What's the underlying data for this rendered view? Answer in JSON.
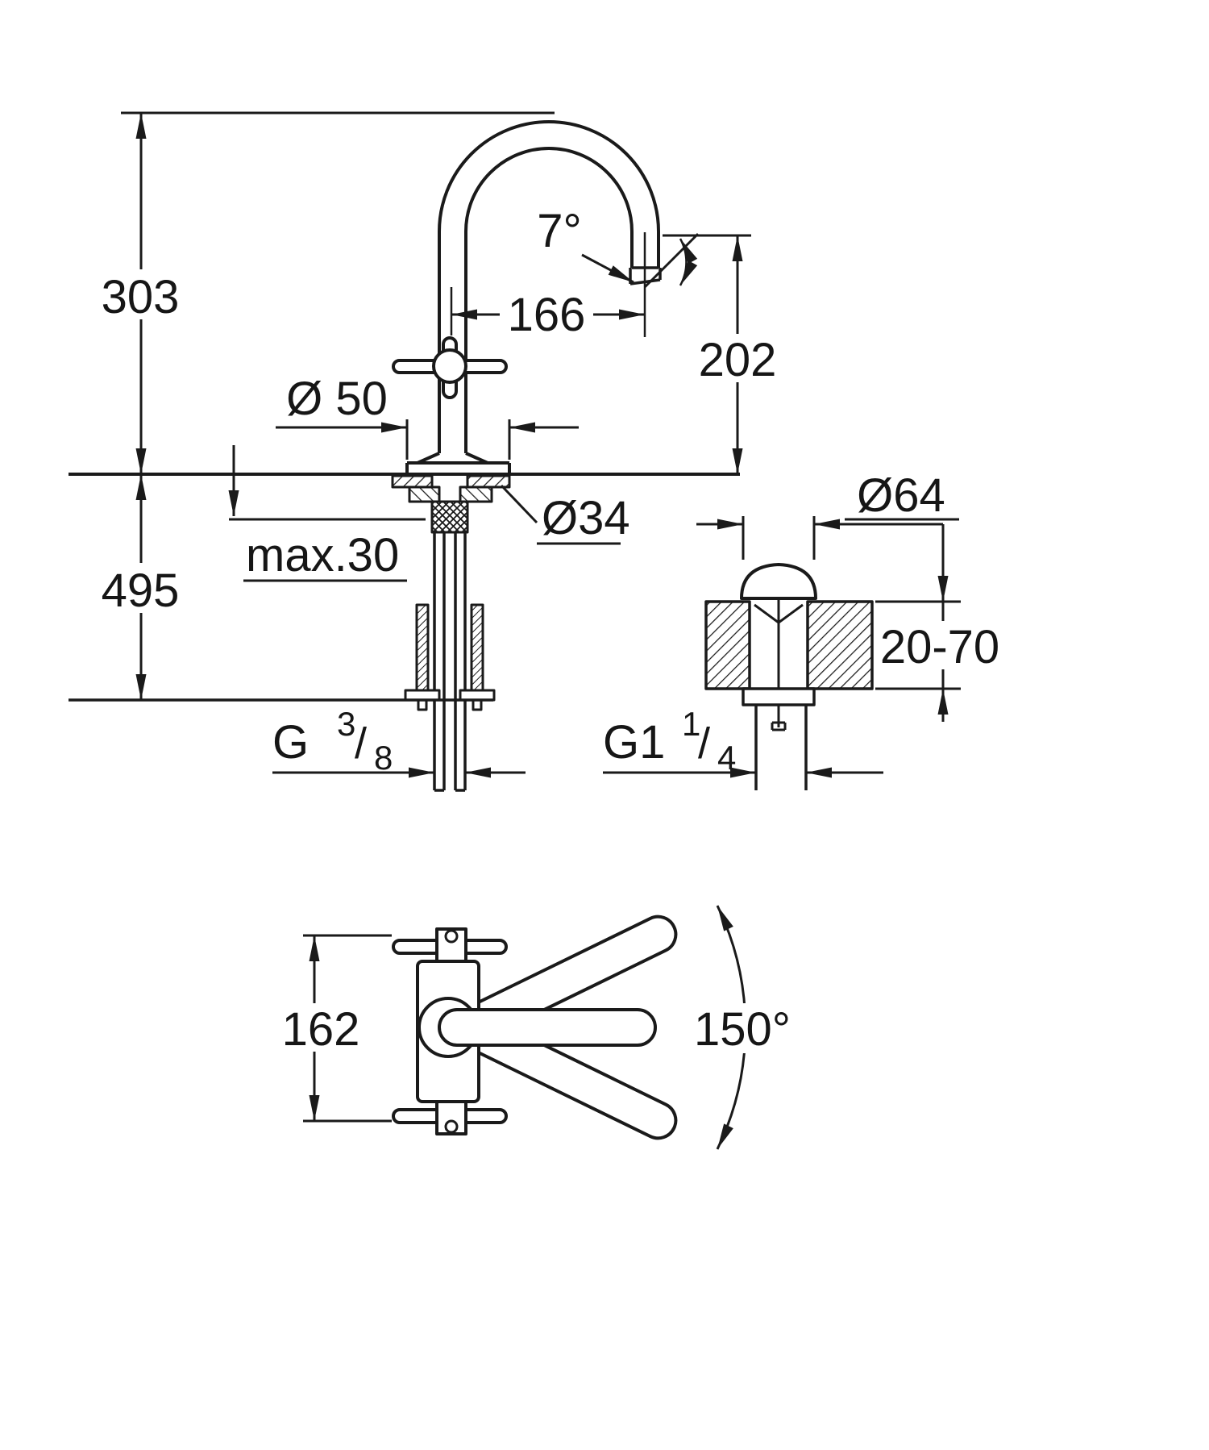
{
  "drawing": {
    "background": "#ffffff",
    "line_color": "#1a1a1a",
    "labels": {
      "total_height": "303",
      "overall_height": "495",
      "spout_reach": "166",
      "spout_height": "202",
      "spout_angle": "7°",
      "base_diameter": "Ø 50",
      "hole_diameter": "Ø34",
      "max_deck": "max.30",
      "waste_cap_diameter": "Ø64",
      "deck_thickness_range": "20-70",
      "supply_thread": {
        "prefix": "G",
        "numerator": "3",
        "slash": "/",
        "denominator": "8"
      },
      "waste_thread": {
        "prefix": "G1",
        "numerator": "1",
        "slash": "/",
        "denominator": "4"
      },
      "handle_span": "162",
      "swivel_angle": "150°"
    }
  }
}
